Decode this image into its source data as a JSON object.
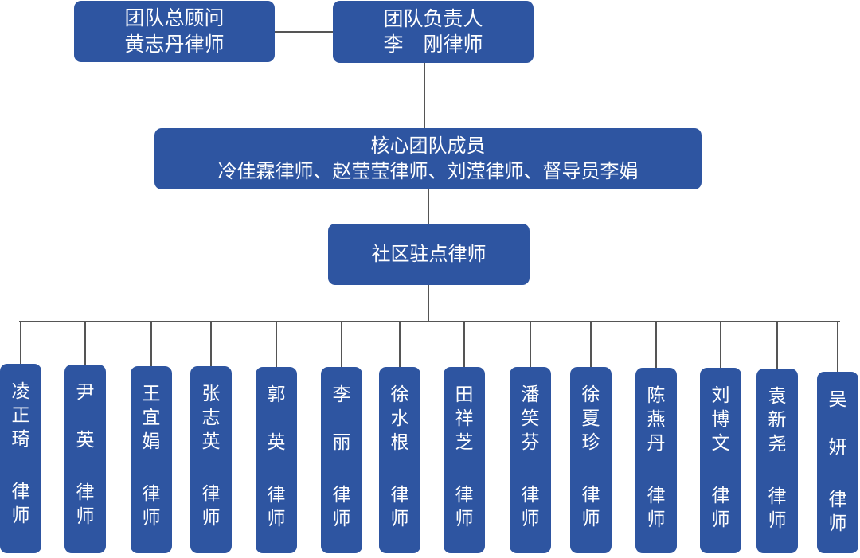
{
  "advisor": {
    "role": "团队总顾问",
    "name": "黄志丹律师"
  },
  "leader": {
    "role": "团队负责人",
    "name": "李　刚律师"
  },
  "core": {
    "role": "核心团队成员",
    "members": "冷佳霖律师、赵莹莹律师、刘滢律师、督导员李娟"
  },
  "community": {
    "label": "社区驻点律师"
  },
  "lawyers": [
    {
      "name": "凌正琦",
      "title": "律师"
    },
    {
      "name": "尹英",
      "title": "律师"
    },
    {
      "name": "王宜娟",
      "title": "律师"
    },
    {
      "name": "张志英",
      "title": "律师"
    },
    {
      "name": "郭英",
      "title": "律师"
    },
    {
      "name": "李丽",
      "title": "律师"
    },
    {
      "name": "徐水根",
      "title": "律师"
    },
    {
      "name": "田祥芝",
      "title": "律师"
    },
    {
      "name": "潘笑芬",
      "title": "律师"
    },
    {
      "name": "徐夏珍",
      "title": "律师"
    },
    {
      "name": "陈燕丹",
      "title": "律师"
    },
    {
      "name": "刘博文",
      "title": "律师"
    },
    {
      "name": "袁新尧",
      "title": "律师"
    },
    {
      "name": "吴妍",
      "title": "律师"
    }
  ],
  "colors": {
    "box": "#2e55a1",
    "line": "#555555",
    "text": "#ffffff"
  }
}
